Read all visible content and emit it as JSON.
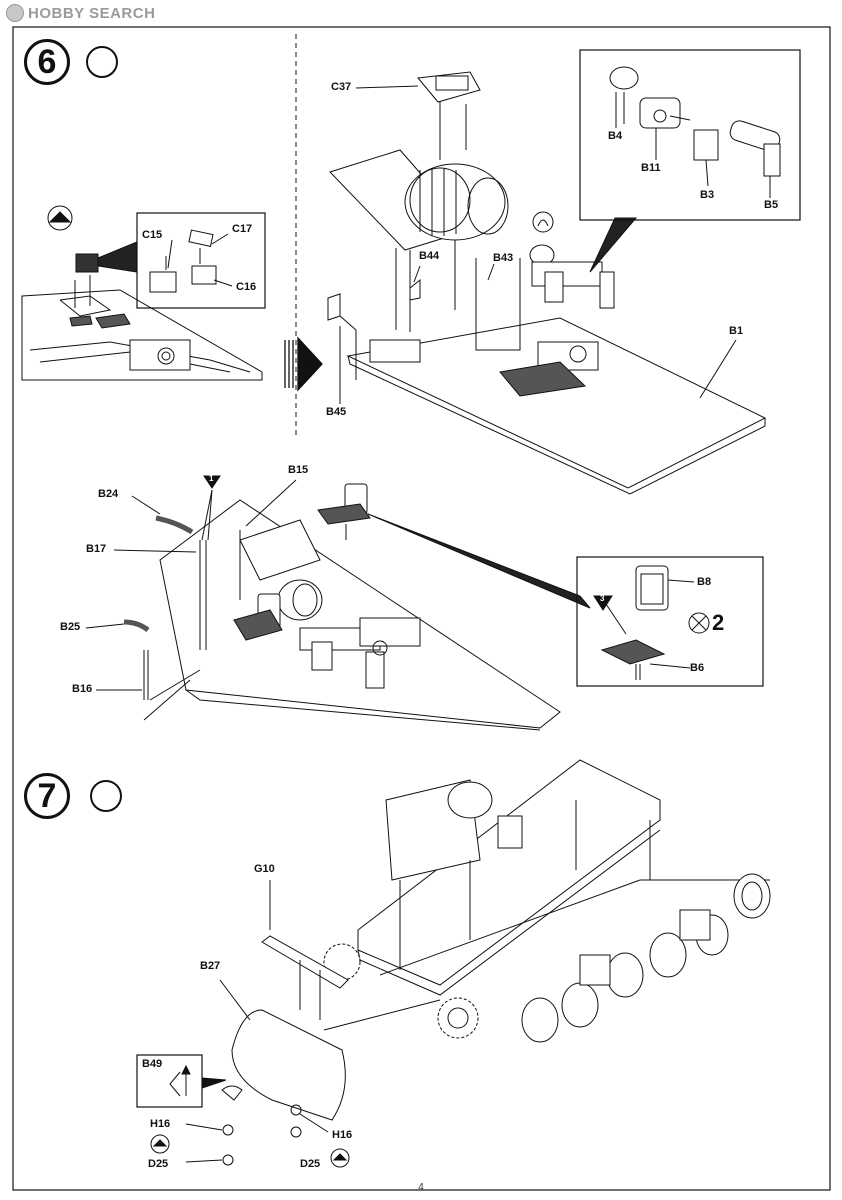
{
  "watermark": {
    "text": "HOBBY SEARCH"
  },
  "steps": [
    {
      "number": "6",
      "icon": "cement-icon"
    },
    {
      "number": "7",
      "icon": "cement-icon"
    }
  ],
  "labels": {
    "c15": "C15",
    "c17": "C17",
    "c16": "C16",
    "c37": "C37",
    "b4": "B4",
    "b11": "B11",
    "b3": "B3",
    "b5": "B5",
    "b44": "B44",
    "b43": "B43",
    "b1": "B1",
    "b45": "B45",
    "b24": "B24",
    "b15": "B15",
    "b17": "B17",
    "b25": "B25",
    "b16": "B16",
    "b8": "B8",
    "b6": "B6",
    "callout1": "1",
    "callout3": "3",
    "g10": "G10",
    "b27": "B27",
    "b49": "B49",
    "h16a": "H16",
    "h16b": "H16",
    "d25a": "D25",
    "d25b": "D25"
  },
  "multiplier": "2",
  "page_number": "4"
}
